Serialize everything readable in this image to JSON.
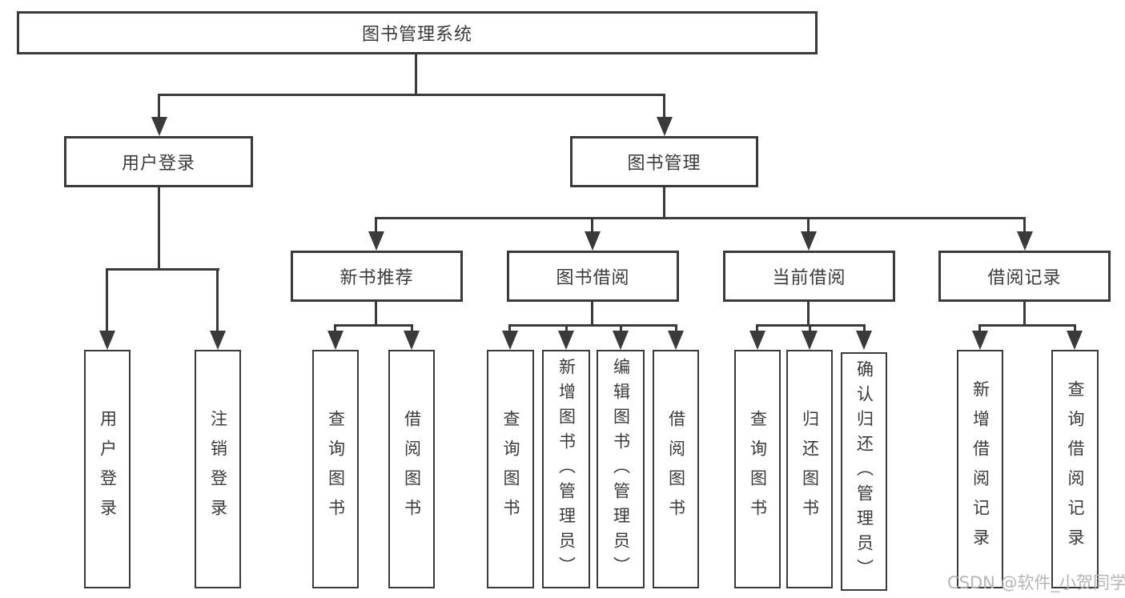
{
  "diagram": {
    "root": {
      "label": "图书管理系统"
    },
    "branches": [
      {
        "label": "用户登录",
        "children": [
          {
            "label": "用户登录"
          },
          {
            "label": "注销登录"
          }
        ]
      },
      {
        "label": "图书管理",
        "children": [
          {
            "label": "新书推荐",
            "children": [
              {
                "label": "查询图书"
              },
              {
                "label": "借阅图书"
              }
            ]
          },
          {
            "label": "图书借阅",
            "children": [
              {
                "label": "查询图书"
              },
              {
                "label": "新增图书（管理员）"
              },
              {
                "label": "编辑图书（管理员）"
              },
              {
                "label": "借阅图书"
              }
            ]
          },
          {
            "label": "当前借阅",
            "children": [
              {
                "label": "查询图书"
              },
              {
                "label": "归还图书"
              },
              {
                "label": "确认归还（管理员）"
              }
            ]
          },
          {
            "label": "借阅记录",
            "children": [
              {
                "label": "新增借阅记录"
              },
              {
                "label": "查询借阅记录"
              }
            ]
          }
        ]
      }
    ]
  },
  "watermark": "CSDN @软件_小贺同学",
  "colors": {
    "line": "#3a3a3a",
    "box_border": "#3a3a3a",
    "text": "#3a3a3a",
    "watermark": "#b5b5b5",
    "background": "#ffffff"
  }
}
